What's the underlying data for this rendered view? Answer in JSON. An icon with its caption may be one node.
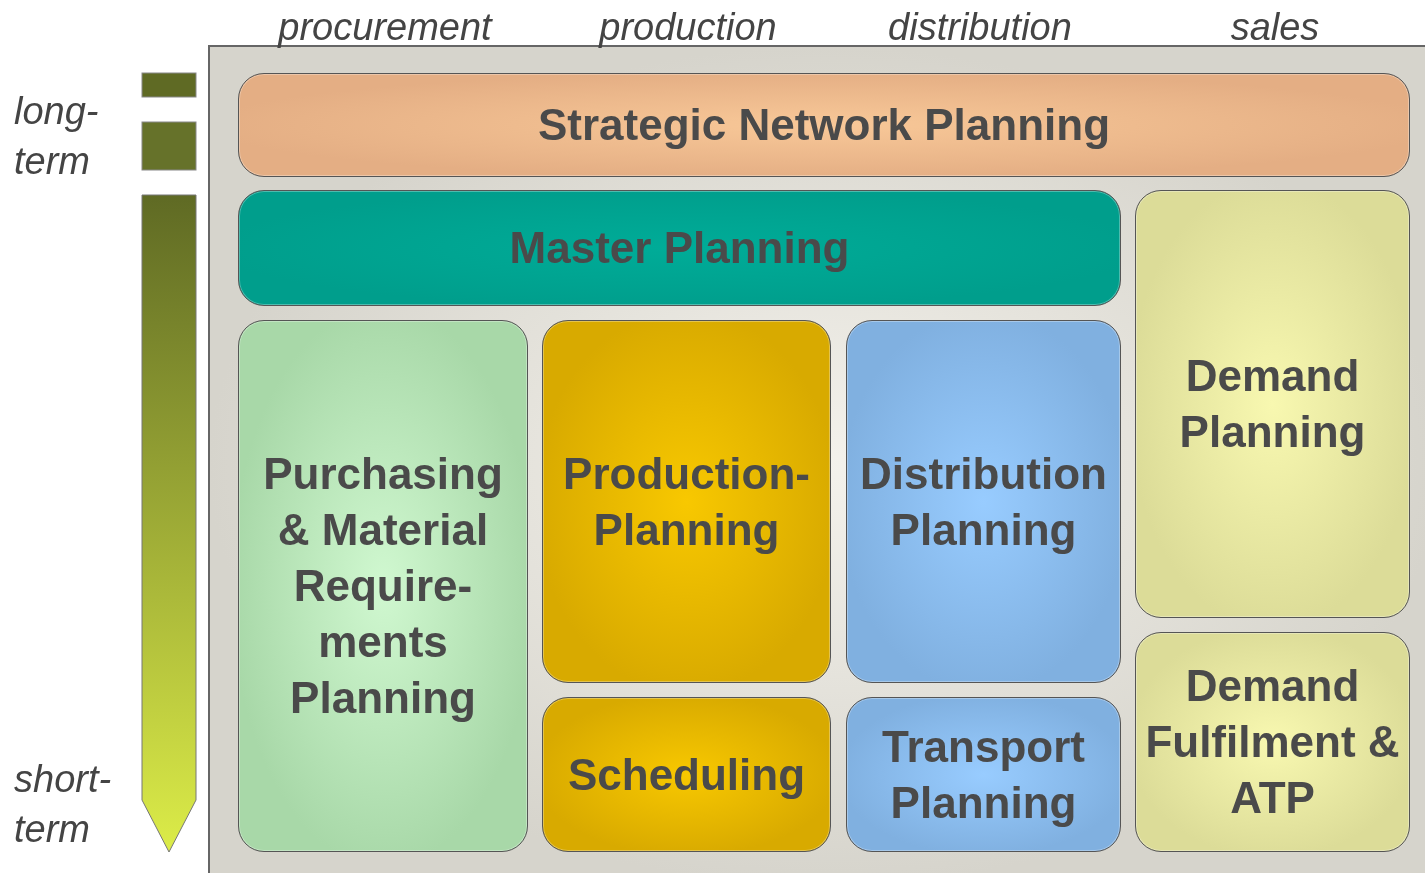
{
  "diagram": {
    "nodes": [
      {
        "text": [
          "Strategic Network Planning"
        ]
      },
      {
        "text": [
          "Master Planning"
        ]
      },
      {
        "text": [
          "Demand Planning"
        ]
      },
      {
        "text": [
          "Purchasing & Material Require-ments Planning"
        ]
      },
      {
        "text": [
          "Production-Planning"
        ]
      },
      {
        "text": [
          "Distribution Planning"
        ]
      },
      {
        "text": [
          "Scheduling"
        ]
      },
      {
        "text": [
          "Transport Planning"
        ]
      },
      {
        "text": [
          "Demand Fulfilment & ATP"
        ]
      }
    ],
    "labels": [
      "procurement",
      "production",
      "distribution",
      "sales",
      "long- term",
      "short- term"
    ]
  }
}
